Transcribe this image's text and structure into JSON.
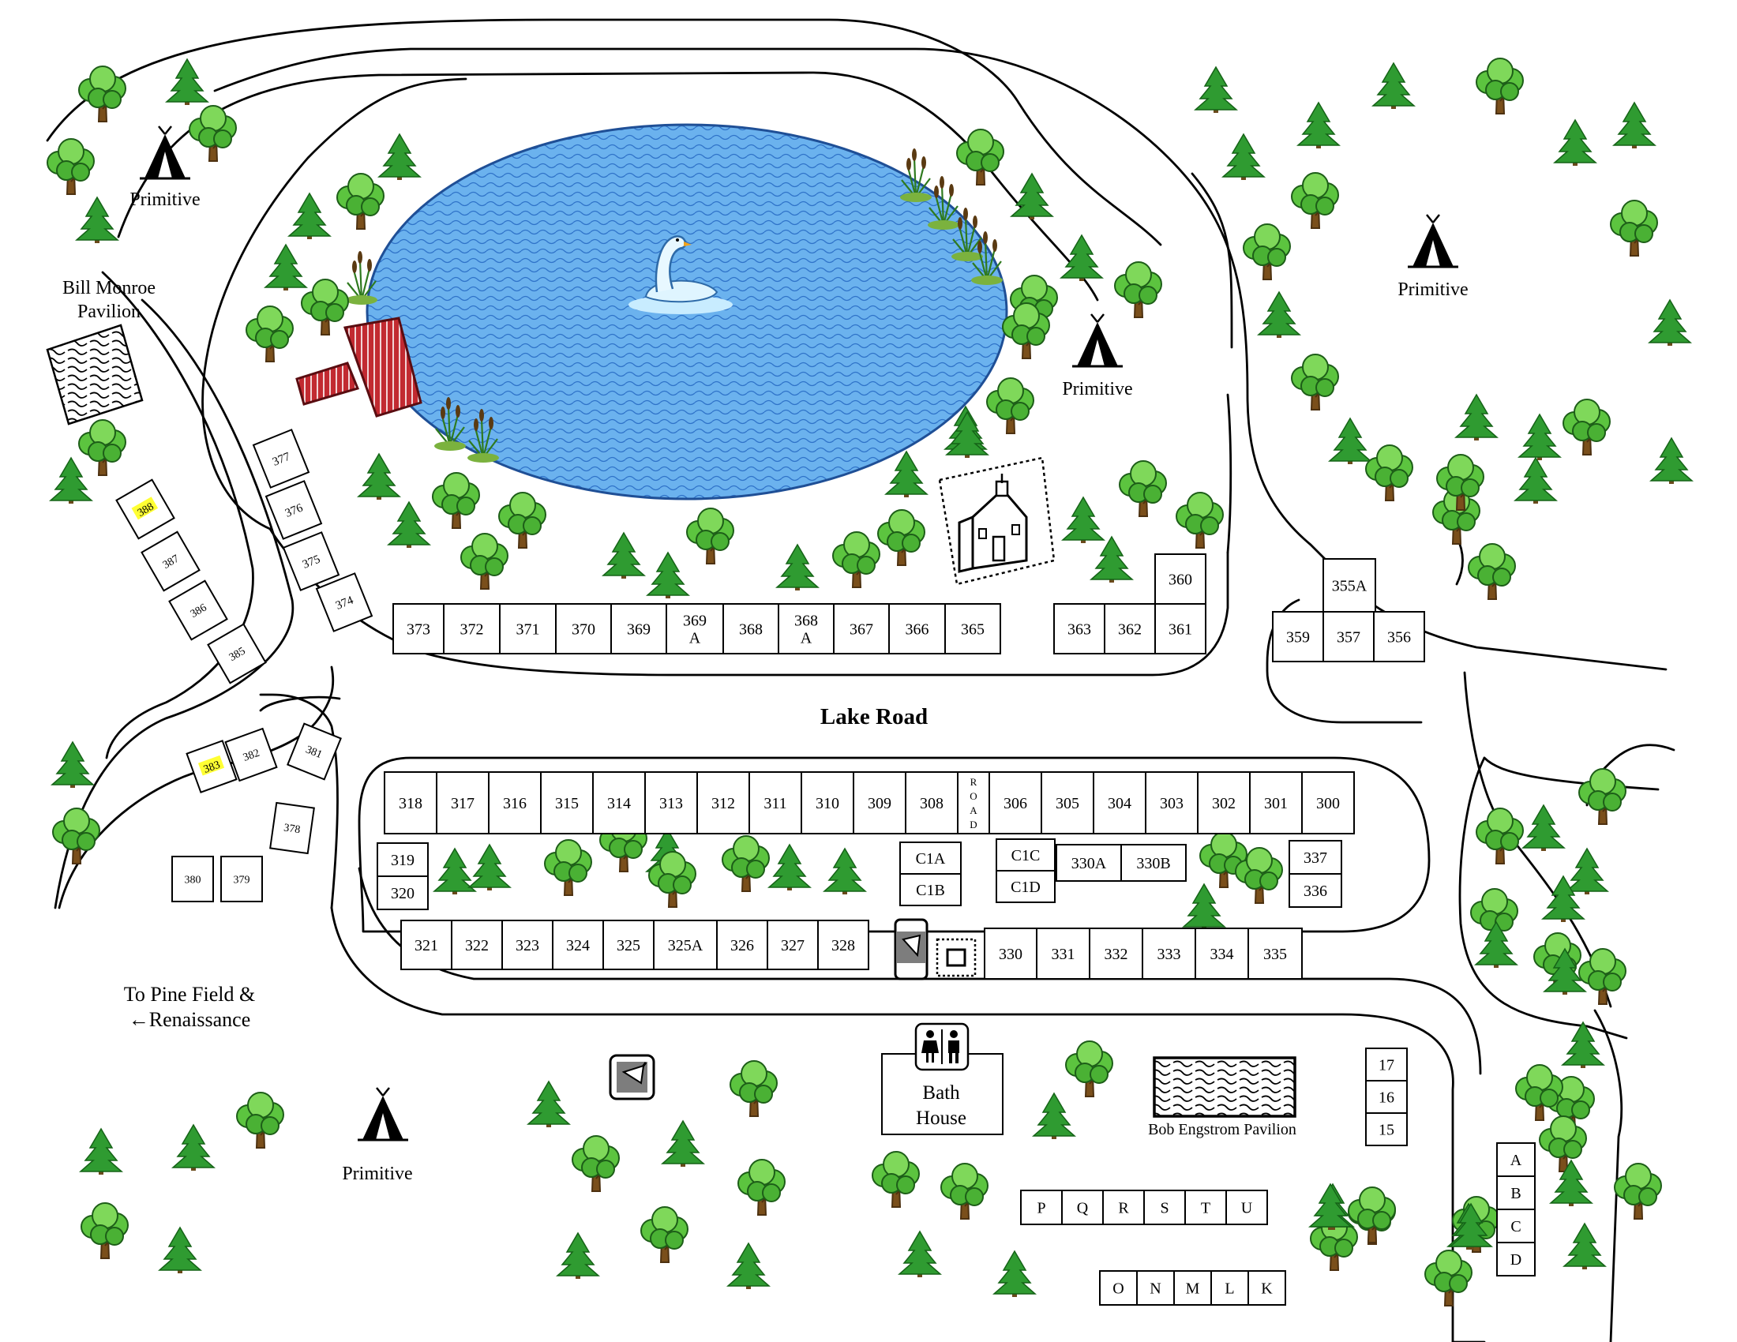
{
  "map": {
    "lake_road_label": "Lake Road",
    "pine_field_label_1": "To Pine Field &",
    "pine_field_label_2": "←Renaissance",
    "bill_monroe_label_1": "Bill Monroe",
    "bill_monroe_label_2": "Pavilion",
    "bob_engstrom_label": "Bob Engstrom Pavilion",
    "bath_house_label_1": "Bath",
    "bath_house_label_2": "House",
    "road_vertical_label": "ROAD",
    "primitive_labels": [
      "Primitive",
      "Primitive",
      "Primitive",
      "Primitive"
    ]
  },
  "sites": {
    "lake_row": [
      "373",
      "372",
      "371",
      "370",
      "369",
      "369 A",
      "368",
      "368 A",
      "367",
      "366",
      "365"
    ],
    "right_lake_row": [
      "363",
      "362",
      "361"
    ],
    "site_360": "360",
    "loop_row": [
      "359",
      "357",
      "356"
    ],
    "site_355a": "355A",
    "diag_left": [
      "377",
      "376",
      "375",
      "374"
    ],
    "outer_left": [
      "388",
      "387",
      "386",
      "385"
    ],
    "small_loop": [
      "383",
      "382",
      "381",
      "378",
      "380",
      "379"
    ],
    "row_300": [
      "318",
      "317",
      "316",
      "315",
      "314",
      "313",
      "312",
      "311",
      "310",
      "309",
      "308",
      "306",
      "305",
      "304",
      "303",
      "302",
      "301",
      "300"
    ],
    "stack_319_320": [
      "319",
      "320"
    ],
    "row_321": [
      "321",
      "322",
      "323",
      "324",
      "325",
      "325A",
      "326",
      "327",
      "328"
    ],
    "c_left": [
      "C1A",
      "C1B"
    ],
    "c_right": [
      "C1C",
      "C1D"
    ],
    "row_330ab": [
      "330A",
      "330B"
    ],
    "stack_337_336": [
      "337",
      "336"
    ],
    "row_330": [
      "330",
      "331",
      "332",
      "333",
      "334",
      "335"
    ],
    "stack_17": [
      "17",
      "16",
      "15"
    ],
    "row_pqrstu": [
      "P",
      "Q",
      "R",
      "S",
      "T",
      "U"
    ],
    "row_onmlk": [
      "O",
      "N",
      "M",
      "L",
      "K"
    ],
    "stack_abcd": [
      "A",
      "B",
      "C",
      "D"
    ]
  },
  "colors": {
    "lake": "#5ea8ea",
    "lake_ripple": "#3a7fd0",
    "dock": "#b8212a",
    "tree_green": "#3ca534",
    "tree_light": "#7fd35a",
    "trunk": "#6b4a1c",
    "highlight": "#ffff33"
  },
  "icons": [
    "tent-icon",
    "swan-icon",
    "cattail-icon",
    "dock-icon",
    "chapel-icon",
    "shower-icon",
    "restroom-icon",
    "pine-tree-icon",
    "deciduous-tree-icon",
    "water-spigot-icon"
  ]
}
